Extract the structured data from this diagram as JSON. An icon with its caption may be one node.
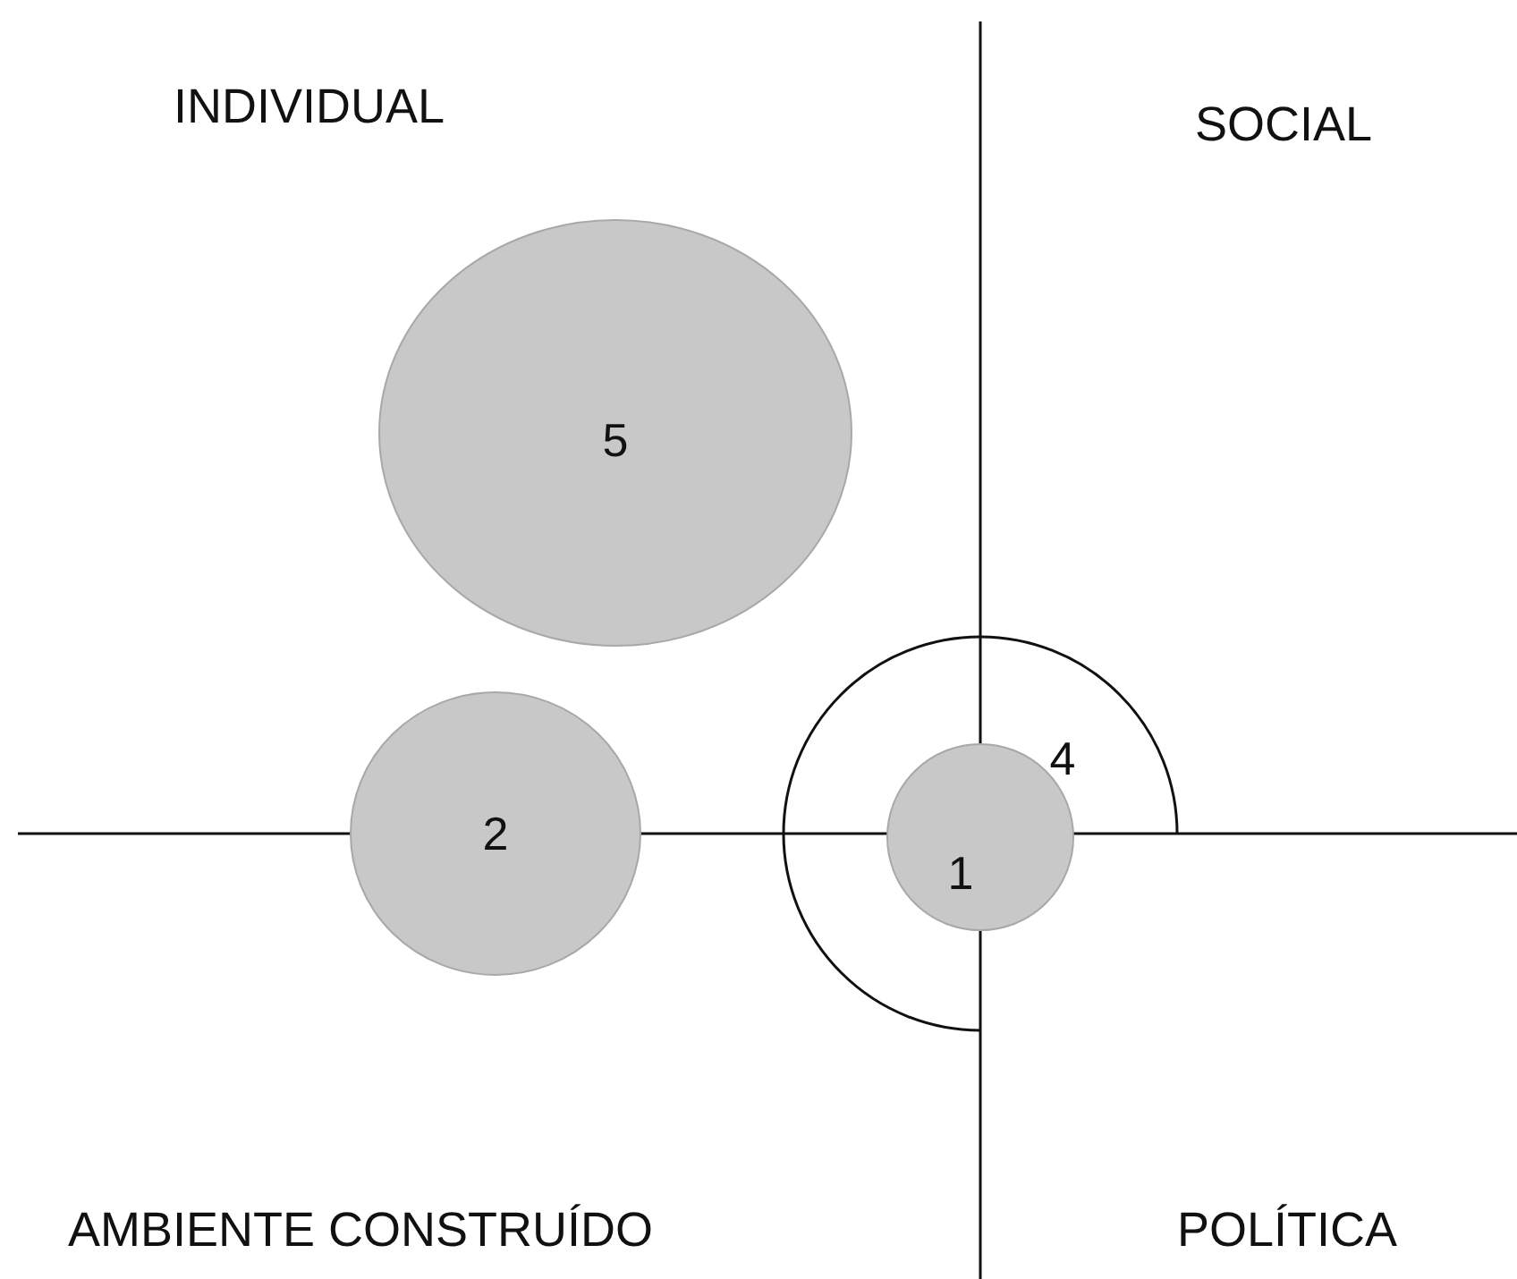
{
  "diagram": {
    "nodes": [
      {
        "text": [
          "5"
        ]
      },
      {
        "text": [
          "2"
        ]
      },
      {
        "text": [
          "4"
        ]
      },
      {
        "text": [
          "1"
        ],
        "in": 2
      }
    ],
    "labels": [
      "INDIVIDUAL",
      "SOCIAL",
      "AMBIENTE CONSTRUÍDO",
      "POLÍTICA"
    ]
  }
}
